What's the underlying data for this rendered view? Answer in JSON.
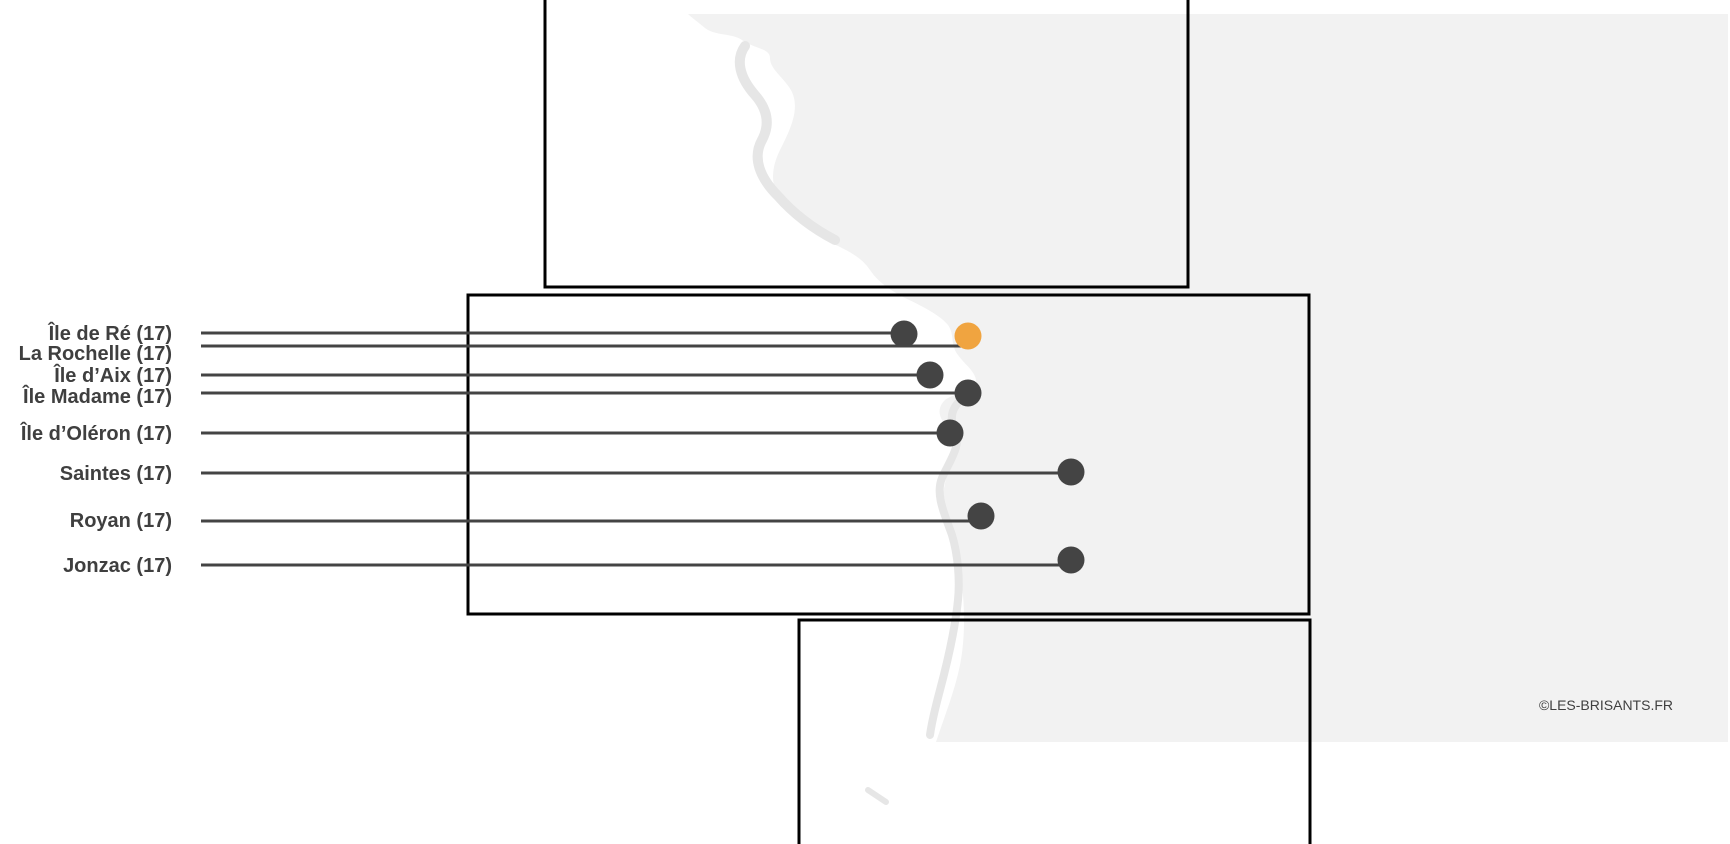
{
  "map": {
    "places": [
      {
        "name": "Île de Ré (17)",
        "highlighted": false
      },
      {
        "name": "La Rochelle (17)",
        "highlighted": true
      },
      {
        "name": "Île d’Aix (17)",
        "highlighted": false
      },
      {
        "name": "Île Madame (17)",
        "highlighted": false
      },
      {
        "name": "Île d’Oléron (17)",
        "highlighted": false
      },
      {
        "name": "Saintes (17)",
        "highlighted": false
      },
      {
        "name": "Royan (17)",
        "highlighted": false
      },
      {
        "name": "Jonzac (17)",
        "highlighted": false
      }
    ],
    "copyright": "©LES-BRISANTS.FR"
  },
  "colors": {
    "land": "#f2f2f2",
    "coast_shadow": "#e6e6e6",
    "marker": "#444444",
    "marker_highlight": "#f0a440",
    "label": "#3f3f3f",
    "frame": "#000000"
  }
}
